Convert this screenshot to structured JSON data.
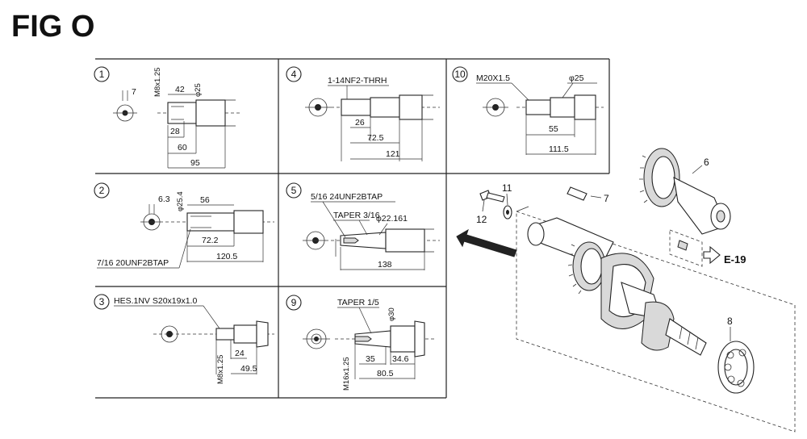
{
  "figure": {
    "title": "FIG O"
  },
  "panels": [
    {
      "id": "1",
      "labels": [
        "M8x1.25",
        "7",
        "42",
        "φ25",
        "28",
        "60",
        "95"
      ]
    },
    {
      "id": "4",
      "labels": [
        "1-14NF2-THRH",
        "26",
        "72.5",
        "121"
      ]
    },
    {
      "id": "10",
      "labels": [
        "M20X1.5",
        "φ25",
        "55",
        "111.5"
      ]
    },
    {
      "id": "2",
      "labels": [
        "6.3",
        "φ25.4",
        "56",
        "72.2",
        "120.5",
        "7/16 20UNF2BTAP"
      ]
    },
    {
      "id": "5",
      "labels": [
        "5/16 24UNF2BTAP",
        "TAPER 3/16",
        "φ22.161",
        "138"
      ]
    },
    {
      "id": "3",
      "labels": [
        "HES.1NV S20x19x1.0",
        "M8x1.25",
        "24",
        "49.5"
      ]
    },
    {
      "id": "9",
      "labels": [
        "TAPER 1/5",
        "φ30",
        "M16x1.25",
        "35",
        "34.6",
        "80.5"
      ]
    }
  ],
  "callouts": [
    "6",
    "7",
    "8",
    "11",
    "12"
  ],
  "reference": "E-19"
}
